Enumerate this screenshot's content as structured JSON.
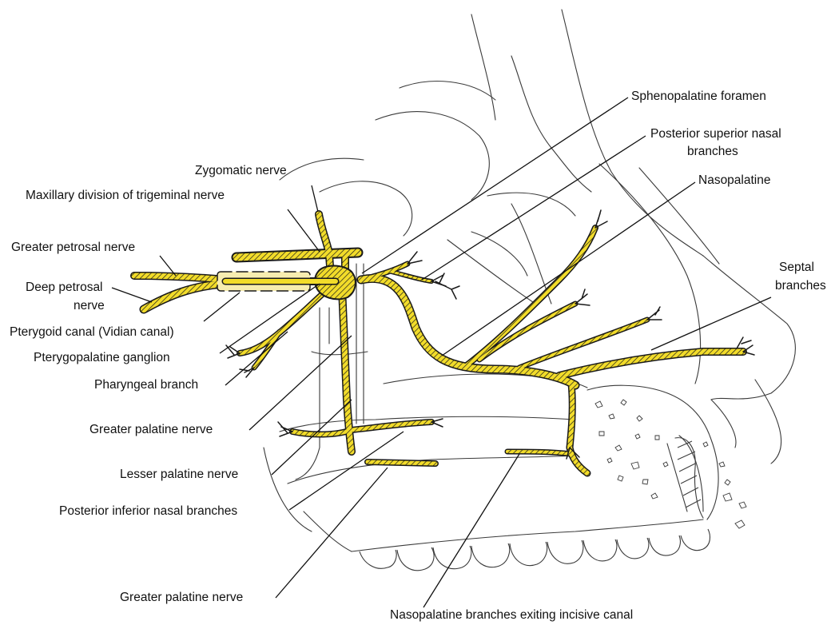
{
  "colors": {
    "nerve": "#f2dc2a",
    "nerve_outline": "#1a1a1a",
    "anatomy_line": "#3a3a3a",
    "leader_line": "#111111",
    "background": "#ffffff"
  },
  "labels": {
    "sphenopalatine_foramen": "Sphenopalatine foramen",
    "posterior_superior_nasal_1": "Posterior superior nasal",
    "posterior_superior_nasal_2": "branches",
    "zygomatic_nerve": "Zygomatic nerve",
    "maxillary_division": "Maxillary division of trigeminal nerve",
    "nasopalatine": "Nasopalatine",
    "greater_petrosal_nerve": "Greater petrosal nerve",
    "septal_1": "Septal",
    "septal_2": "branches",
    "deep_petrosal_1": "Deep petrosal",
    "deep_petrosal_2": "nerve",
    "pterygoid_canal": "Pterygoid canal (Vidian canal)",
    "pterygopalatine_ganglion": "Pterygopalatine ganglion",
    "pharyngeal_branch": "Pharyngeal branch",
    "greater_palatine_nerve_upper": "Greater palatine nerve",
    "lesser_palatine_nerve": "Lesser palatine nerve",
    "posterior_inferior_nasal": "Posterior inferior nasal branches",
    "greater_palatine_nerve_lower": "Greater palatine nerve",
    "nasopalatine_incisive": "Nasopalatine branches exiting incisive canal"
  }
}
